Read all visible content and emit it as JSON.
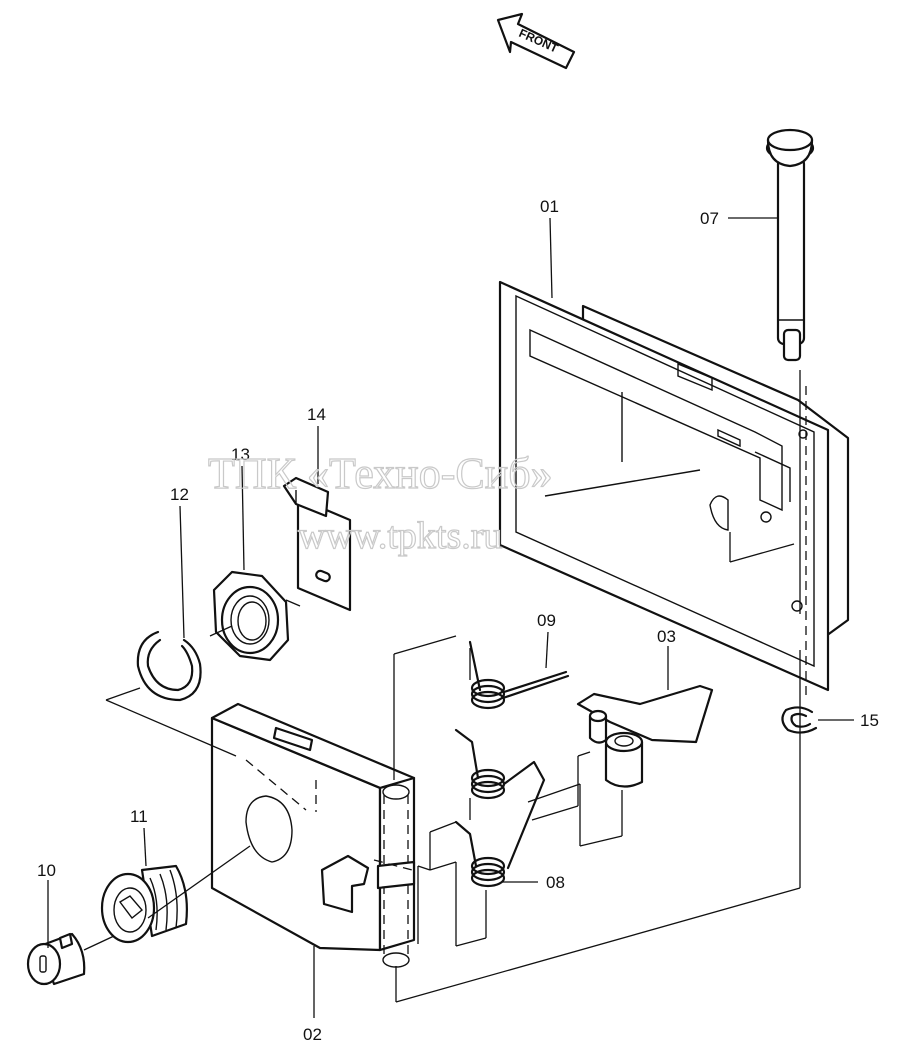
{
  "orientation": {
    "arrow_label": "FRONT"
  },
  "watermark": {
    "line1": "ТПК «Техно-Сиб»",
    "line2": "www.tpkts.ru"
  },
  "callouts": [
    {
      "id": "p01",
      "text": "01"
    },
    {
      "id": "p02",
      "text": "02"
    },
    {
      "id": "p03",
      "text": "03"
    },
    {
      "id": "p07",
      "text": "07"
    },
    {
      "id": "p08",
      "text": "08"
    },
    {
      "id": "p09",
      "text": "09"
    },
    {
      "id": "p10",
      "text": "10"
    },
    {
      "id": "p11",
      "text": "11"
    },
    {
      "id": "p12",
      "text": "12"
    },
    {
      "id": "p13",
      "text": "13"
    },
    {
      "id": "p14",
      "text": "14"
    },
    {
      "id": "p15",
      "text": "15"
    }
  ]
}
